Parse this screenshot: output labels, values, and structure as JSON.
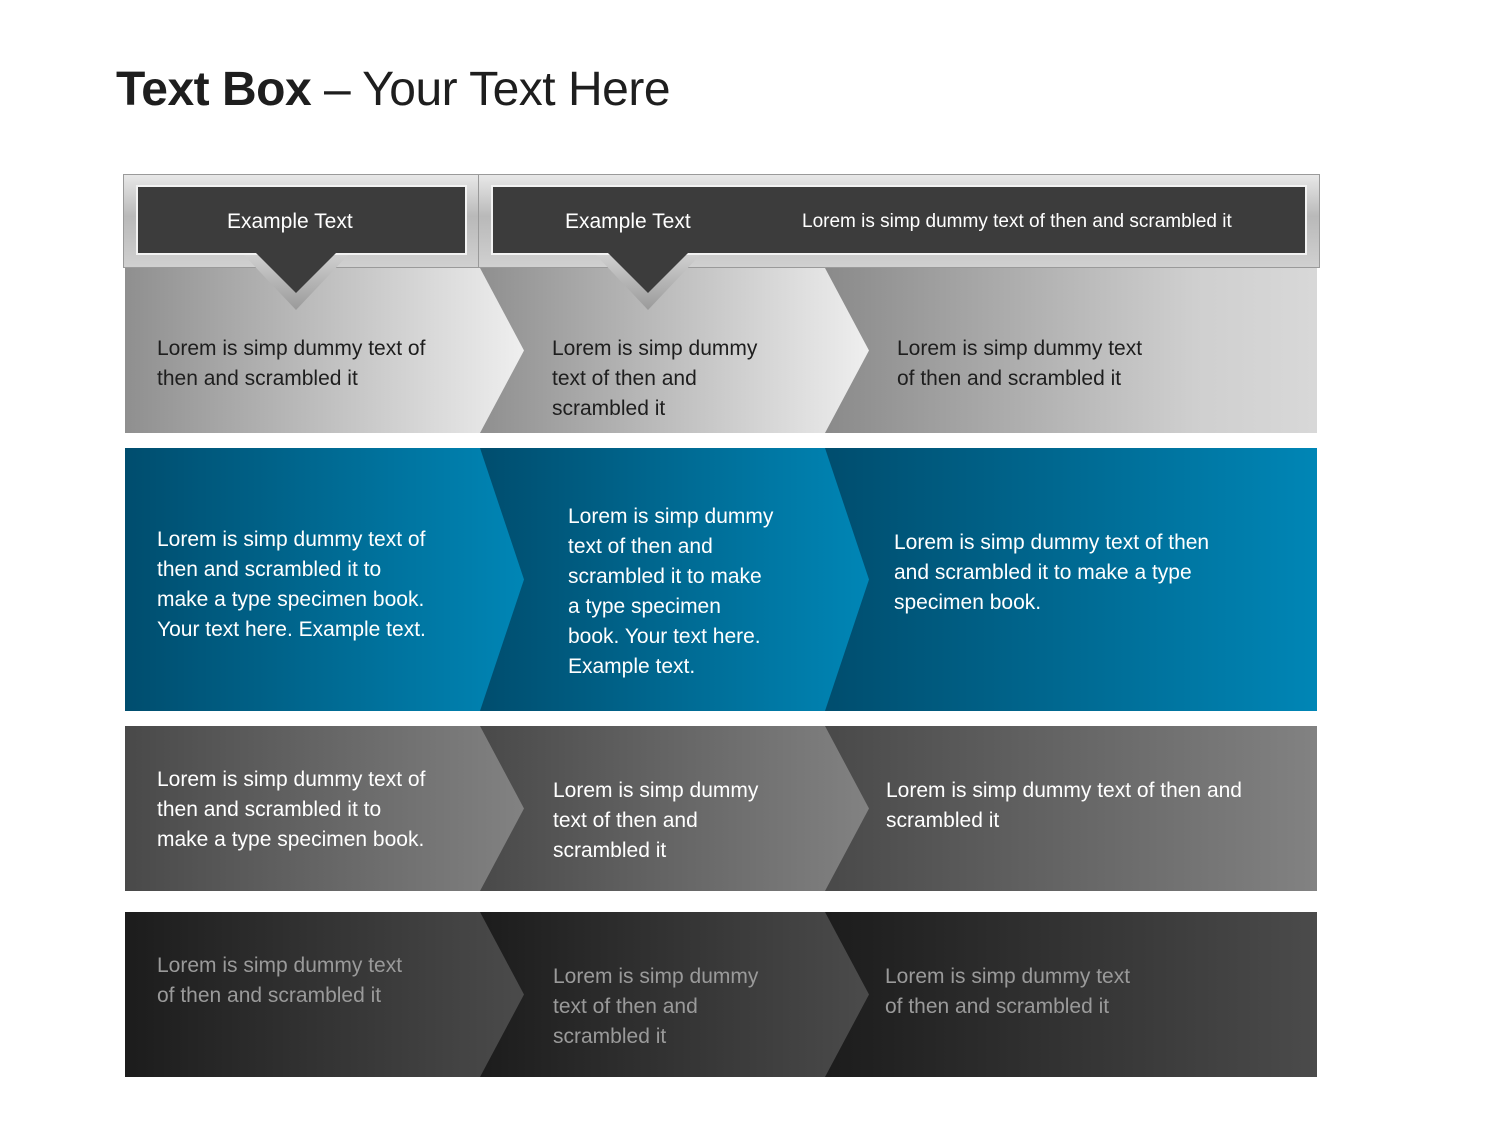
{
  "title": {
    "bold": "Text Box",
    "rest": " – Your Text Here"
  },
  "headers": [
    {
      "label": "Example Text"
    },
    {
      "label": "Example Text",
      "description": "Lorem is simp dummy text of then and scrambled it"
    }
  ],
  "rows": [
    {
      "name": "row-light-gray",
      "cells": [
        {
          "lines": [
            "Lorem is simp dummy text of",
            "then and scrambled it"
          ]
        },
        {
          "lines": [
            "Lorem is simp dummy",
            "text of then and",
            "scrambled it"
          ]
        },
        {
          "lines": [
            "Lorem is simp dummy text",
            "of then and scrambled it"
          ]
        }
      ]
    },
    {
      "name": "row-blue",
      "cells": [
        {
          "lines": [
            "Lorem is simp dummy text of",
            "then and scrambled it to",
            "make a type specimen book.",
            "Your text here. Example text."
          ]
        },
        {
          "lines": [
            "Lorem is simp dummy",
            "text of then and",
            "scrambled it to make",
            "a type specimen",
            "book. Your text here.",
            "Example text."
          ]
        },
        {
          "lines": [
            "Lorem is simp dummy text of then",
            "and scrambled it to make a type",
            "specimen book."
          ]
        }
      ]
    },
    {
      "name": "row-mid-gray",
      "cells": [
        {
          "lines": [
            "Lorem is simp dummy text of",
            "then and scrambled it to",
            "make a type specimen book."
          ]
        },
        {
          "lines": [
            "Lorem is simp dummy",
            "text of then and",
            "scrambled it"
          ]
        },
        {
          "lines": [
            "Lorem is simp dummy text of then and",
            "scrambled it"
          ]
        }
      ]
    },
    {
      "name": "row-dark",
      "cells": [
        {
          "lines": [
            "Lorem is simp dummy text",
            "of then and scrambled it"
          ]
        },
        {
          "lines": [
            "Lorem is simp dummy",
            "text of then and",
            "scrambled it"
          ]
        },
        {
          "lines": [
            "Lorem is simp dummy text",
            "of then and scrambled it"
          ]
        }
      ]
    }
  ],
  "colors": {
    "header_dark": "#3c3c3c",
    "blue_dark": "#005274",
    "blue_light": "#0084b4",
    "row_light_dark": "#909090",
    "row_light_light": "#ededed",
    "row_mid_dark": "#4c4c4c",
    "row_mid_light": "#808080",
    "row_dark_dark": "#202020",
    "row_dark_light": "#4a4a4a"
  }
}
